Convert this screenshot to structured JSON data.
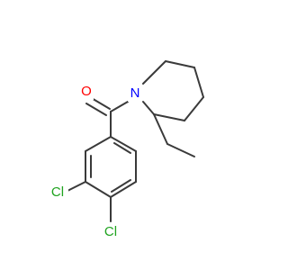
{
  "colors": {
    "background": "#ffffff",
    "bond": "#3a3a3a",
    "oxygen": "#ff0000",
    "nitrogen": "#0000ff",
    "chlorine": "#1fa31f"
  },
  "atoms": {
    "oxygen": "O",
    "nitrogen": "N",
    "chlorine_3": "Cl",
    "chlorine_4": "Cl"
  }
}
